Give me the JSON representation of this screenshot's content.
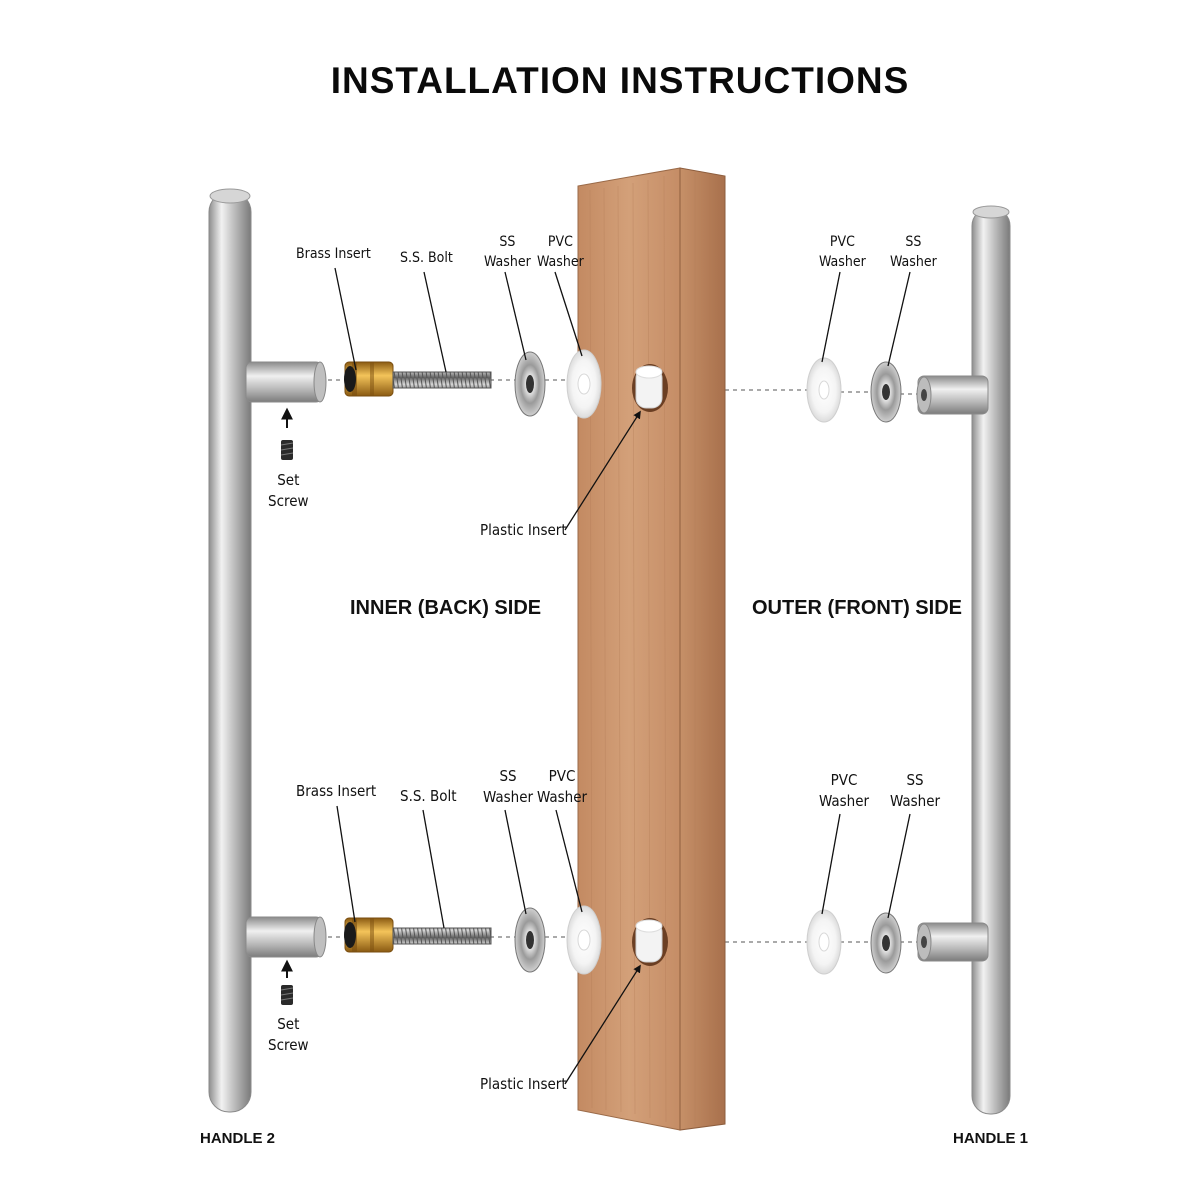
{
  "title": "INSTALLATION INSTRUCTIONS",
  "sides": {
    "inner": "INNER (BACK) SIDE",
    "outer": "OUTER (FRONT) SIDE"
  },
  "handles": {
    "left": "HANDLE 2",
    "right": "HANDLE 1"
  },
  "labels": {
    "brass_insert": "Brass Insert",
    "ss_bolt": "S.S. Bolt",
    "ss_line1": "SS",
    "washer": "Washer",
    "pvc_line1": "PVC",
    "set": "Set",
    "screw": "Screw",
    "plastic_insert": "Plastic Insert"
  },
  "colors": {
    "wood": "#c8916b",
    "wood_side": "#b07a55",
    "steel": "#c9c9c9",
    "brass": "#d4a03a"
  }
}
